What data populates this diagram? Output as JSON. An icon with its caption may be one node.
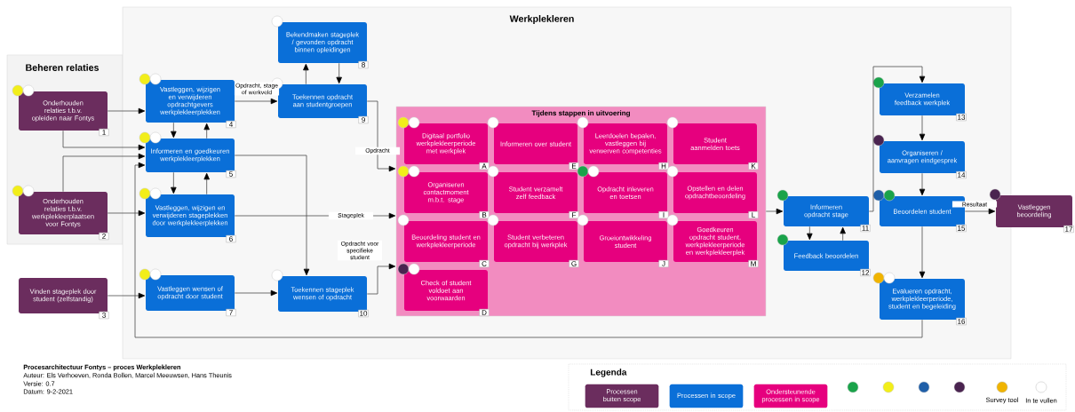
{
  "diagram": {
    "title": "Werkplekleren",
    "nodes": [
      {
        "text": [
          "Beheren relaties"
        ]
      },
      {
        "text": [
          "Onderhouden relaties t.b.v. opleiden naar Fontys",
          "1"
        ],
        "in": 0
      },
      {
        "text": [
          "Onderhouden relaties t.b.v. werkplekleerplaatsen voor Fontys",
          "2"
        ],
        "in": 0
      },
      {
        "text": [
          "Vinden stageplek door student (zelfstandig)",
          "3"
        ]
      },
      {
        "text": [],
        "shape": "box"
      },
      {
        "text": [
          "Vastleggen, wijzigen en verwijderen opdrachtgevers werkplekleerplekken",
          "4"
        ],
        "in": 4
      },
      {
        "text": [
          "Informeren en goedkeuren werkplekleerplekken",
          "5"
        ],
        "in": 4
      },
      {
        "text": [
          "Vastleggen, wijzigen en verwijderen stageplekken door werkplekleerplekken",
          "6"
        ],
        "in": 4
      },
      {
        "text": [
          "Vastleggen wensen of opdracht door student",
          "7"
        ],
        "in": 4
      },
      {
        "text": [
          "Bekendmaken stageplek / gevonden opdracht binnen opleidingen",
          "8"
        ],
        "in": 4
      },
      {
        "text": [
          "Toekennen opdracht aan studentgroepen",
          "9"
        ],
        "in": 4
      },
      {
        "text": [
          "Toekennen stageplek wensen of opdracht",
          "10"
        ],
        "in": 4
      },
      {
        "text": [
          "Tijdens stappen in uitvoering"
        ],
        "in": 4
      },
      {
        "text": [
          "Digitaal portfolio werkplekleerperiode met werkplek",
          "A"
        ],
        "in": 12
      },
      {
        "text": [
          "Informeren over student",
          "E"
        ],
        "in": 12
      },
      {
        "text": [
          "Leerdoelen bepalen, vastleggen bij verwerven competenties",
          "H"
        ],
        "in": 12
      },
      {
        "text": [
          "Student aanmelden toets",
          "K"
        ],
        "in": 12
      },
      {
        "text": [
          "Organiseren contactmoment m.b.t. stage",
          "B"
        ],
        "in": 12
      },
      {
        "text": [
          "Student verzamelt zelf feedback",
          "F"
        ],
        "in": 12
      },
      {
        "text": [
          "Opdracht inleveren en toetsen",
          "I"
        ],
        "in": 12
      },
      {
        "text": [
          "Opstellen en delen opdrachtbeoordeling",
          "L"
        ],
        "in": 12
      },
      {
        "text": [
          "Beoordeling student en werkplekleerperiode",
          "C"
        ],
        "in": 12
      },
      {
        "text": [
          "Student verbeteren opdracht bij werkplek",
          "G"
        ],
        "in": 12
      },
      {
        "text": [
          "Groeiontwikkeling student",
          "J"
        ],
        "in": 12
      },
      {
        "text": [
          "Goedkeuren opdracht student, werkplekleerperiode en werkplekleerplek",
          "M"
        ],
        "in": 12
      },
      {
        "text": [
          "Check of student voldoet aan voorwaarden",
          "D"
        ],
        "in": 12
      },
      {
        "text": [
          "Informeren opdracht stage",
          "11"
        ],
        "in": 4
      },
      {
        "text": [
          "Feedback beoordelen",
          "12"
        ],
        "in": 4
      },
      {
        "text": [
          "Verzamelen feedback werkplek",
          "13"
        ],
        "in": 4
      },
      {
        "text": [
          "Organiseren / aanvragen eindgesprek",
          "14"
        ],
        "in": 4
      },
      {
        "text": [
          "Beoordelen student",
          "15"
        ],
        "in": 4
      },
      {
        "text": [
          "Evalueren opdracht, werkplekleerperiode, student en begeleiding",
          "16"
        ],
        "in": 4
      },
      {
        "text": [
          "Vastleggen beoordeling",
          "17"
        ]
      }
    ],
    "edges": [
      {
        "from": 1,
        "to": 5,
        "arrow": "to"
      },
      {
        "from": 1,
        "to": 6,
        "arrow": "to"
      },
      {
        "from": 2,
        "to": 7,
        "arrow": "to"
      },
      {
        "from": 2,
        "to": 6,
        "arrow": "to"
      },
      {
        "from": 3,
        "to": 8,
        "arrow": "to"
      },
      {
        "from": 5,
        "to": 6,
        "arrow": "to"
      },
      {
        "from": 6,
        "to": 5,
        "arrow": "to"
      },
      {
        "from": 6,
        "to": 7,
        "arrow": "to"
      },
      {
        "from": 7,
        "to": 6,
        "arrow": "to"
      },
      {
        "from": 5,
        "to": 10,
        "arrow": "to",
        "label": "Opdracht, stage of werkveld"
      },
      {
        "from": 10,
        "to": 9,
        "arrow": "to"
      },
      {
        "from": 9,
        "to": 10,
        "arrow": "to"
      },
      {
        "from": 10,
        "to": 12,
        "arrow": "to",
        "label": "Opdracht"
      },
      {
        "from": 7,
        "to": 12,
        "arrow": "to",
        "label": "Stageplek"
      },
      {
        "from": 8,
        "to": 11,
        "arrow": "to"
      },
      {
        "from": 11,
        "to": 12,
        "arrow": "to",
        "label": "Opdracht voor specifieke student"
      },
      {
        "from": 6,
        "to": 11,
        "arrow": "to"
      },
      {
        "from": 12,
        "to": 26,
        "arrow": "to"
      },
      {
        "from": 26,
        "to": 27,
        "arrow": "to"
      },
      {
        "from": 27,
        "to": 26,
        "arrow": "to"
      },
      {
        "from": 26,
        "to": 28,
        "arrow": "to"
      },
      {
        "from": 28,
        "to": 29,
        "arrow": "to"
      },
      {
        "from": 29,
        "to": 30,
        "arrow": "to"
      },
      {
        "from": 30,
        "to": 31,
        "arrow": "to"
      },
      {
        "from": 30,
        "to": 32,
        "arrow": "to",
        "label": "Resultaat"
      },
      {
        "from": 31,
        "to": 6,
        "arrow": "to"
      }
    ],
    "labels": [
      "Procesarchitectuur Fontys – proces Werkplekleren",
      "Auteur: Els Verhoeven, Ronda Bollen, Marcel Meeuwsen, Hans Theunis",
      "Versie: 0.7",
      "Datum: 9-2-2021",
      "Legenda"
    ],
    "legend": [
      {
        "text": "Processen buiten scope",
        "color": "#6b2d5e"
      },
      {
        "text": "Processen in scope",
        "color": "#0a6fd8"
      },
      {
        "text": "Ondersteunende processen in scope",
        "color": "#e6007e"
      },
      {
        "text": "Survey tool",
        "color": "#f0b400"
      },
      {
        "text": "In te vullen",
        "color": "#ffffff"
      }
    ]
  }
}
